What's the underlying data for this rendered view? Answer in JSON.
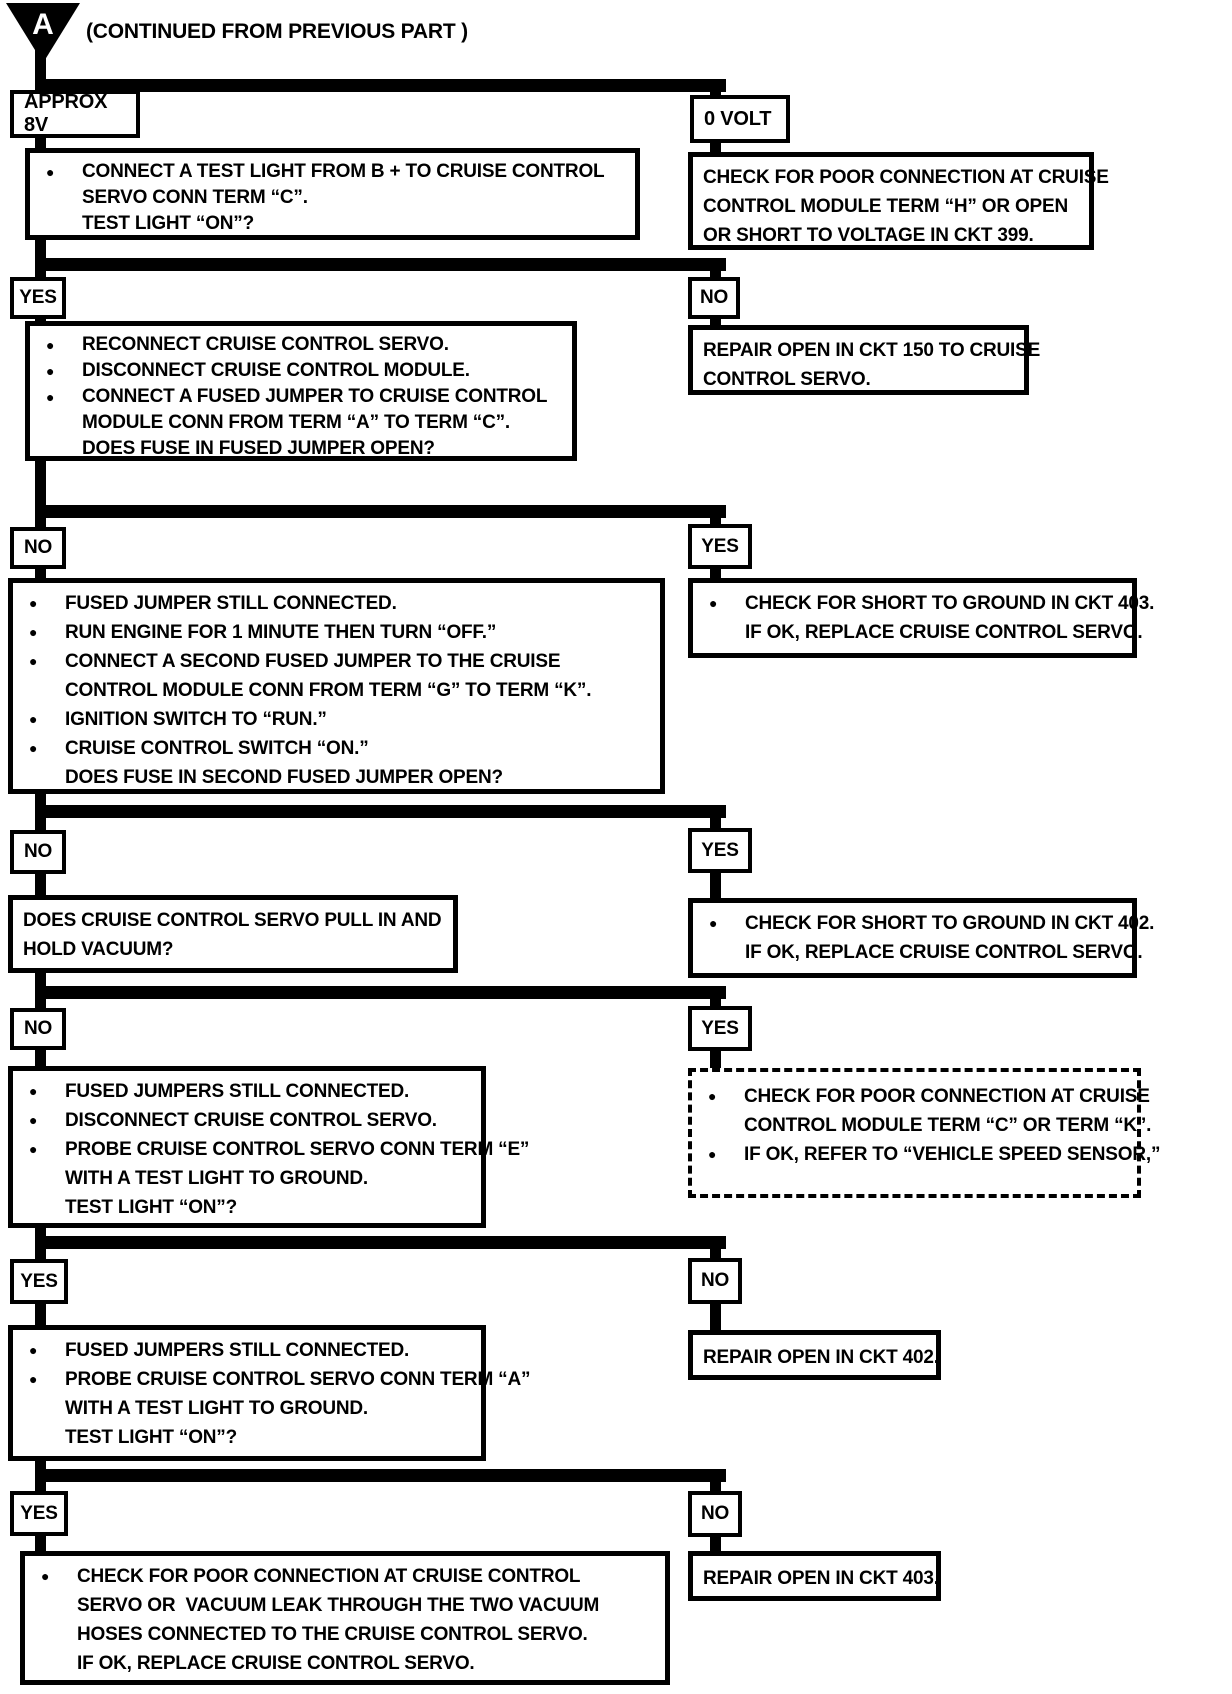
{
  "title_area": {
    "marker": "A",
    "note": "(CONTINUED FROM PREVIOUS PART )"
  },
  "colors": {
    "ink": "#000000",
    "paper": "#ffffff"
  },
  "voltage_labels": {
    "left": "APPROX 8V",
    "right": "0 VOLT"
  },
  "decisions": {
    "row2": {
      "left": "YES",
      "right": "NO"
    },
    "row3": {
      "left": "NO",
      "right": "YES"
    },
    "row4": {
      "left": "NO",
      "right": "YES"
    },
    "row5": {
      "left": "NO",
      "right": "YES"
    },
    "row6": {
      "left": "YES",
      "right": "NO"
    },
    "row7": {
      "left": "YES",
      "right": "NO"
    }
  },
  "boxes": {
    "connect_test_light": {
      "lines": [
        "CONNECT A TEST LIGHT FROM B + TO CRUISE CONTROL",
        "SERVO CONN TERM “C”.",
        "TEST LIGHT “ON”?"
      ]
    },
    "check_conn_module_h": {
      "lines": [
        "CHECK FOR POOR CONNECTION AT CRUISE",
        "CONTROL MODULE TERM “H” OR OPEN",
        "OR SHORT TO VOLTAGE IN CKT 399."
      ]
    },
    "reconnect_servo": {
      "lines": [
        "RECONNECT CRUISE CONTROL SERVO.",
        "DISCONNECT CRUISE CONTROL MODULE.",
        "CONNECT A FUSED JUMPER TO CRUISE CONTROL",
        "MODULE CONN FROM TERM “A” TO TERM “C”.",
        "DOES FUSE IN FUSED JUMPER OPEN?"
      ]
    },
    "repair_ckt150": {
      "lines": [
        "REPAIR OPEN IN CKT 150 TO CRUISE",
        "CONTROL SERVO."
      ]
    },
    "second_jumper": {
      "lines": [
        "FUSED JUMPER STILL CONNECTED.",
        "RUN ENGINE FOR 1 MINUTE THEN TURN “OFF.”",
        "CONNECT A SECOND FUSED JUMPER TO THE CRUISE",
        "CONTROL MODULE CONN FROM TERM “G” TO TERM “K”.",
        "IGNITION SWITCH TO “RUN.”",
        "CRUISE CONTROL SWITCH “ON.”",
        "DOES FUSE IN SECOND FUSED JUMPER OPEN?"
      ]
    },
    "short_ckt403": {
      "lines": [
        "CHECK FOR SHORT TO GROUND IN CKT 403.",
        "IF OK, REPLACE CRUISE CONTROL SERVO."
      ]
    },
    "servo_vacuum_q": {
      "lines": [
        "DOES CRUISE CONTROL SERVO PULL IN AND",
        "HOLD VACUUM?"
      ]
    },
    "short_ckt402": {
      "lines": [
        "CHECK FOR SHORT TO GROUND IN CKT 402.",
        "IF OK, REPLACE CRUISE CONTROL SERVO."
      ]
    },
    "probe_term_e": {
      "lines": [
        "FUSED JUMPERS STILL CONNECTED.",
        "DISCONNECT CRUISE CONTROL SERVO.",
        "PROBE CRUISE CONTROL SERVO CONN TERM “E”",
        "WITH A TEST LIGHT TO GROUND.",
        "TEST LIGHT “ON”?"
      ]
    },
    "poor_conn_c_k": {
      "lines": [
        "CHECK FOR POOR CONNECTION AT CRUISE",
        "CONTROL MODULE TERM “C” OR TERM “K”.",
        "IF OK, REFER TO “VEHICLE SPEED SENSOR,”"
      ]
    },
    "repair_ckt402": {
      "lines": [
        "REPAIR OPEN IN CKT 402."
      ]
    },
    "probe_term_a": {
      "lines": [
        "FUSED JUMPERS STILL CONNECTED.",
        "PROBE CRUISE CONTROL SERVO CONN TERM “A”",
        "WITH A TEST LIGHT TO GROUND.",
        "TEST LIGHT “ON”?"
      ]
    },
    "poor_conn_vacuum": {
      "lines": [
        "CHECK FOR POOR CONNECTION AT CRUISE CONTROL",
        "SERVO OR  VACUUM LEAK THROUGH THE TWO VACUUM",
        "HOSES CONNECTED TO THE CRUISE CONTROL SERVO.",
        "IF OK, REPLACE CRUISE CONTROL SERVO."
      ]
    },
    "repair_ckt403": {
      "lines": [
        "REPAIR OPEN IN CKT 403."
      ]
    }
  }
}
